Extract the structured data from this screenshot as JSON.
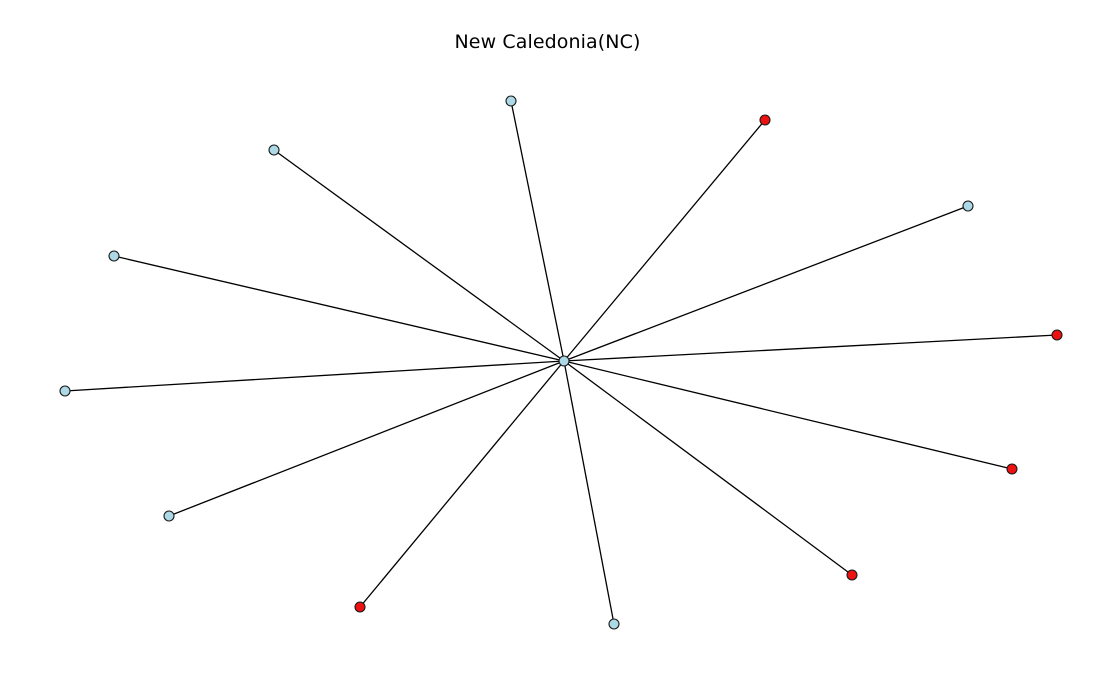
{
  "title": "New Caledonia(NC)",
  "colors": {
    "node_default": "#add8e6",
    "node_highlight": "#ee1111",
    "edge": "#000000",
    "node_stroke": "#1a1a1a"
  },
  "graph": {
    "layout": "star",
    "center": {
      "id": "center",
      "highlight": false
    },
    "leaves": [
      {
        "id": "n1",
        "highlight": false
      },
      {
        "id": "n2",
        "highlight": true
      },
      {
        "id": "n3",
        "highlight": false
      },
      {
        "id": "n4",
        "highlight": true
      },
      {
        "id": "n5",
        "highlight": true
      },
      {
        "id": "n6",
        "highlight": false
      },
      {
        "id": "n7",
        "highlight": true
      },
      {
        "id": "n8",
        "highlight": true
      },
      {
        "id": "n9",
        "highlight": false
      },
      {
        "id": "n10",
        "highlight": false
      },
      {
        "id": "n11",
        "highlight": false
      },
      {
        "id": "n12",
        "highlight": false
      }
    ]
  }
}
